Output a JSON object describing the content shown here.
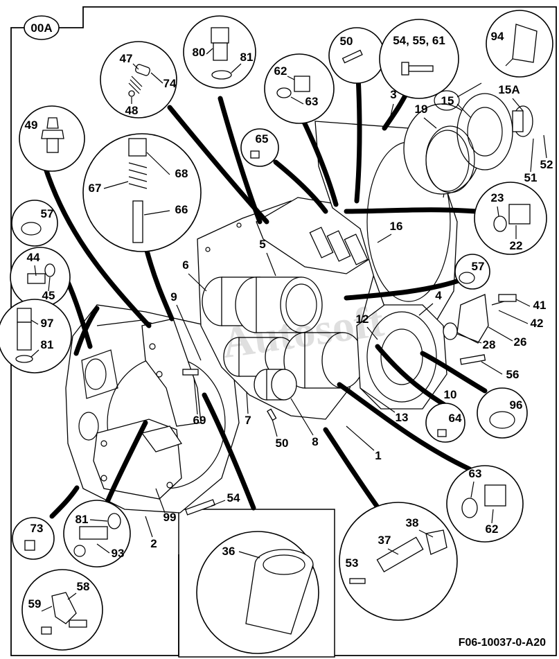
{
  "drawing": {
    "sheet_tag": "00A",
    "figure_code": "F06-10037-0-A20",
    "watermark": "Autosoft"
  },
  "callouts": {
    "c1": "1",
    "c2": "2",
    "c3": "3",
    "c4": "4",
    "c5": "5",
    "c6": "6",
    "c7": "7",
    "c8": "8",
    "c9": "9",
    "c10": "10",
    "c12": "12",
    "c13": "13",
    "c15": "15",
    "c15a": "15A",
    "c16": "16",
    "c19": "19",
    "c22": "22",
    "c23": "23",
    "c26": "26",
    "c28": "28",
    "c36": "36",
    "c37": "37",
    "c38": "38",
    "c41": "41",
    "c42": "42",
    "c44": "44",
    "c45": "45",
    "c47": "47",
    "c48": "48",
    "c49": "49",
    "c50a": "50",
    "c50b": "50",
    "c51": "51",
    "c52": "52",
    "c53": "53",
    "c54_55_61": "54, 55, 61",
    "c54": "54",
    "c56": "56",
    "c57a": "57",
    "c57b": "57",
    "c58": "58",
    "c59": "59",
    "c62a": "62",
    "c62b": "62",
    "c63a": "63",
    "c63b": "63",
    "c64": "64",
    "c65": "65",
    "c66": "66",
    "c67": "67",
    "c68": "68",
    "c69": "69",
    "c73": "73",
    "c74": "74",
    "c80": "80",
    "c81a": "81",
    "c81b": "81",
    "c81c": "81",
    "c93": "93",
    "c94": "94",
    "c96": "96",
    "c97": "97",
    "c99": "99"
  }
}
